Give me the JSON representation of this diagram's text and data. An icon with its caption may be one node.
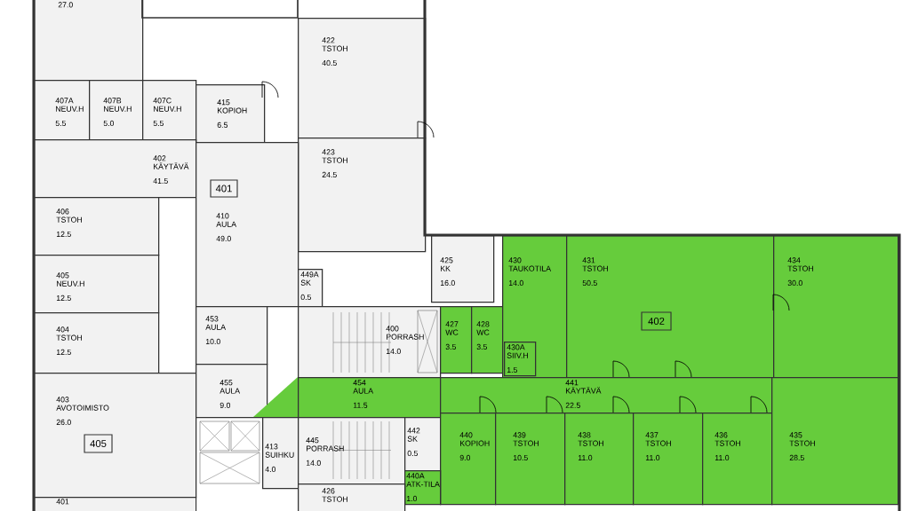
{
  "diagram": {
    "nodes": [
      {
        "text": [
          "27.0"
        ]
      },
      {
        "text": [
          "422",
          "TSTOH",
          "40.5"
        ]
      },
      {
        "text": [
          "423",
          "TSTOH",
          "24.5"
        ]
      },
      {
        "text": [
          "407A",
          "NEUV.H",
          "5.5"
        ]
      },
      {
        "text": [
          "407B",
          "NEUV.H",
          "5.0"
        ]
      },
      {
        "text": [
          "407C",
          "NEUV.H",
          "5.5"
        ]
      },
      {
        "text": [
          "415",
          "KOPIOH",
          "6.5"
        ]
      },
      {
        "text": [
          "402",
          "KÄYTÄVÄ",
          "41.5"
        ]
      },
      {
        "text": [
          "410",
          "AULA",
          "49.0"
        ]
      },
      {
        "text": [
          "401"
        ],
        "in": 8
      },
      {
        "text": [
          "406",
          "TSTOH",
          "12.5"
        ]
      },
      {
        "text": [
          "405",
          "NEUV.H",
          "12.5"
        ]
      },
      {
        "text": [
          "404",
          "TSTOH",
          "12.5"
        ]
      },
      {
        "text": [
          "403",
          "AVOTOIMISTO",
          "26.0"
        ]
      },
      {
        "text": [
          "405"
        ],
        "in": 13
      },
      {
        "text": [
          "453",
          "AULA",
          "10.0"
        ]
      },
      {
        "text": [
          "455",
          "AULA",
          "9.0"
        ]
      },
      {
        "text": [
          "449A",
          "SK",
          "0.5"
        ]
      },
      {
        "text": [
          "425",
          "KK",
          "16.0"
        ]
      },
      {
        "text": [
          "400",
          "PORRASH",
          "14.0"
        ]
      },
      {
        "text": [
          "427",
          "WC",
          "3.5"
        ]
      },
      {
        "text": [
          "428",
          "WC",
          "3.5"
        ]
      },
      {
        "text": [
          "430",
          "TAUKOTILA",
          "14.0"
        ]
      },
      {
        "text": [
          "430A",
          "SIIV.H",
          "1.5"
        ],
        "in": 22
      },
      {
        "text": [
          "431",
          "TSTOH",
          "50.5"
        ]
      },
      {
        "text": [
          "402"
        ],
        "in": 24
      },
      {
        "text": [
          "434",
          "TSTOH",
          "30.0"
        ]
      },
      {
        "text": [
          "454",
          "AULA",
          "11.5"
        ]
      },
      {
        "text": [
          "441",
          "KÄYTÄVÄ",
          "22.5"
        ]
      },
      {
        "text": [
          "413",
          "SUIHKU",
          "4.0"
        ]
      },
      {
        "text": [
          "445",
          "PORRASH",
          "14.0"
        ]
      },
      {
        "text": [
          "442",
          "SK",
          "0.5"
        ]
      },
      {
        "text": [
          "440",
          "KOPIOH",
          "9.0"
        ]
      },
      {
        "text": [
          "439",
          "TSTOH",
          "10.5"
        ]
      },
      {
        "text": [
          "438",
          "TSTOH",
          "11.0"
        ]
      },
      {
        "text": [
          "437",
          "TSTOH",
          "11.0"
        ]
      },
      {
        "text": [
          "436",
          "TSTOH",
          "11.0"
        ]
      },
      {
        "text": [
          "435",
          "TSTOH",
          "28.5"
        ]
      },
      {
        "text": [
          "440A",
          "ATK-TILA",
          "1.0"
        ]
      },
      {
        "text": [
          "401"
        ]
      },
      {
        "text": [
          "426",
          "TSTOH"
        ]
      }
    ]
  }
}
